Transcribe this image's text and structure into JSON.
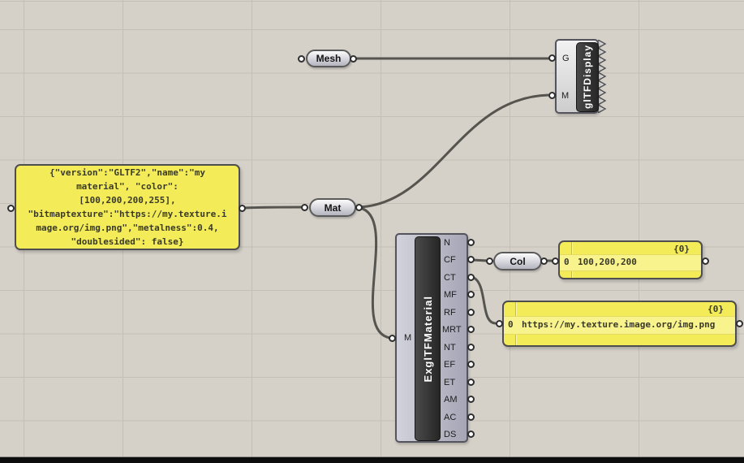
{
  "canvas": {
    "background": "#d5d1c9",
    "grid_line": "#c3bfb7",
    "wire_color": "#55544e",
    "panel_yellow": "#f3ec58"
  },
  "json_panel": {
    "text": "{\"version\":\"GLTF2\",\"name\":\"my\nmaterial\", \"color\":\n[100,200,200,255],\n\"bitmaptexture\":\"https://my.texture.i\nmage.org/img.png\",\"metalness\":0.4,\n\"doublesided\": false}"
  },
  "nodes": {
    "mesh": {
      "label": "Mesh"
    },
    "mat": {
      "label": "Mat"
    },
    "col": {
      "label": "Col"
    },
    "gltf_display": {
      "label": "glTFDisplay",
      "inputs": [
        "G",
        "M"
      ]
    },
    "material": {
      "label": "ExglTFMaterial",
      "input": "M",
      "outputs": [
        "N",
        "CF",
        "CT",
        "MF",
        "RF",
        "MRT",
        "NT",
        "EF",
        "ET",
        "AM",
        "AC",
        "DS"
      ]
    }
  },
  "color_panel": {
    "path_badge": "{0}",
    "index": "0",
    "value": "100,200,200"
  },
  "texture_panel": {
    "path_badge": "{0}",
    "index": "0",
    "value": "https://my.texture.image.org/img.png"
  }
}
